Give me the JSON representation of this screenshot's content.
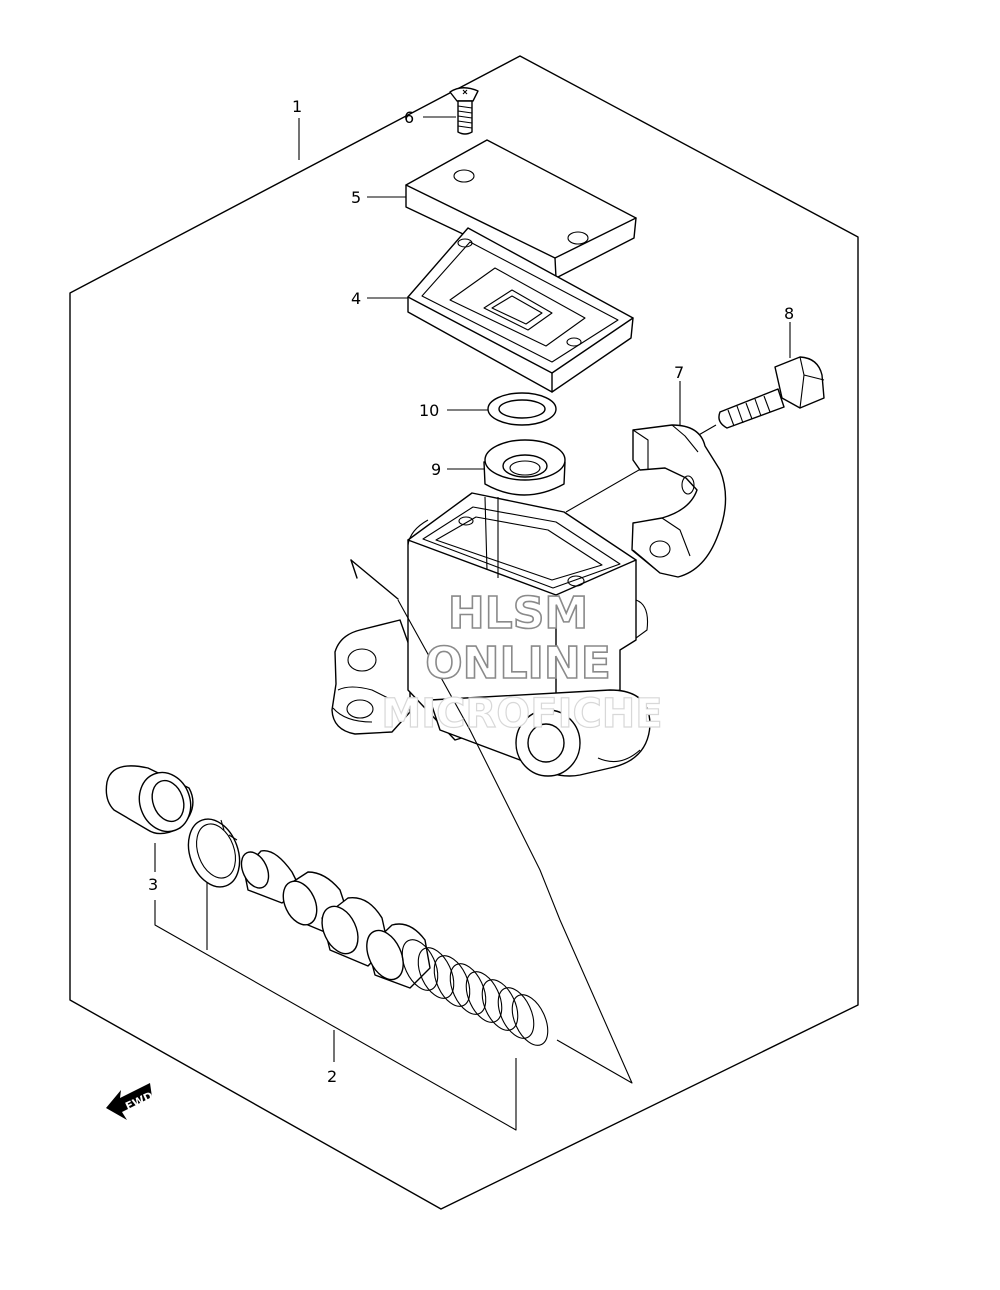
{
  "callouts": {
    "c1": "1",
    "c2": "2",
    "c3": "3",
    "c4": "4",
    "c5": "5",
    "c6": "6",
    "c7": "7",
    "c8": "8",
    "c9": "9",
    "c10": "10"
  },
  "watermark": {
    "line1": "HLSM",
    "line2": "ONLINE",
    "line3": "MICROFICHE"
  },
  "fwd_label": "FWD"
}
